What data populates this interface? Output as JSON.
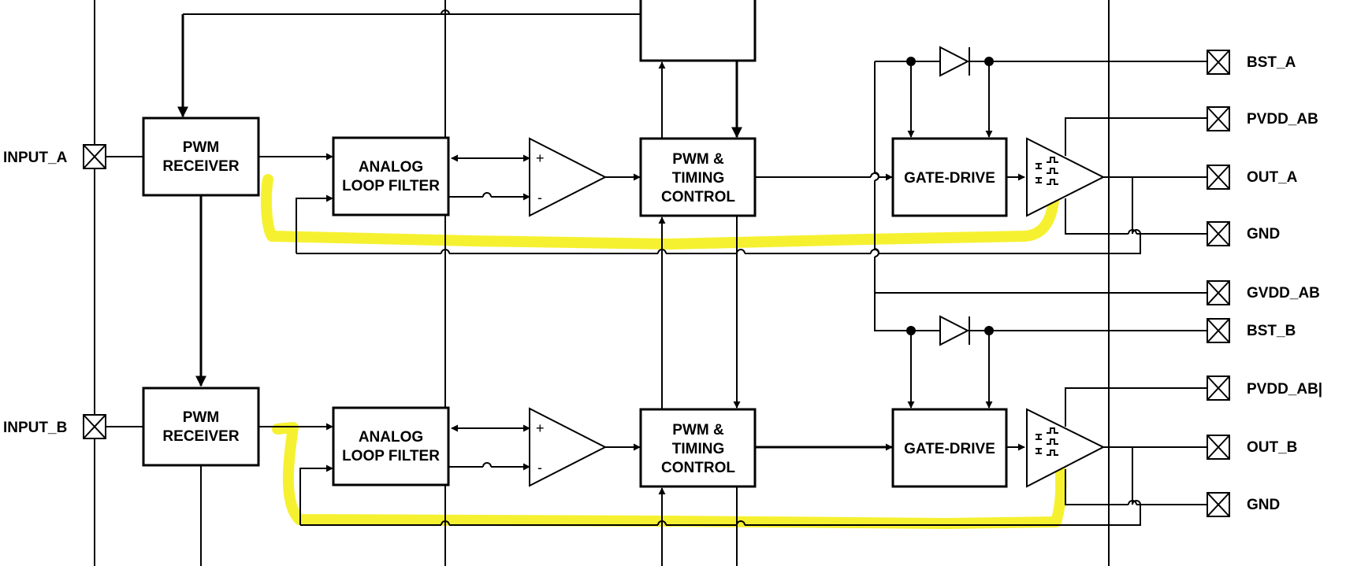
{
  "blocks": {
    "pwm_receiver": [
      "PWM",
      "RECEIVER"
    ],
    "analog_loop_filter": [
      "ANALOG",
      "LOOP FILTER"
    ],
    "pwm_timing_control": [
      "PWM &",
      "TIMING",
      "CONTROL"
    ],
    "gate_drive": "GATE-DRIVE"
  },
  "comparator_signs": {
    "plus": "+",
    "minus": "-"
  },
  "inputs": {
    "a": "INPUT_A",
    "b": "INPUT_B"
  },
  "pins": {
    "bst_a": "BST_A",
    "pvdd_ab_top": "PVDD_AB",
    "out_a": "OUT_A",
    "gnd_top": "GND",
    "gvdd_ab": "GVDD_AB",
    "bst_b": "BST_B",
    "pvdd_ab_bottom": "PVDD_AB|",
    "out_b": "OUT_B",
    "gnd_bottom": "GND"
  },
  "colors": {
    "highlight": "#f5f01a",
    "line": "#000000",
    "background": "#ffffff"
  }
}
